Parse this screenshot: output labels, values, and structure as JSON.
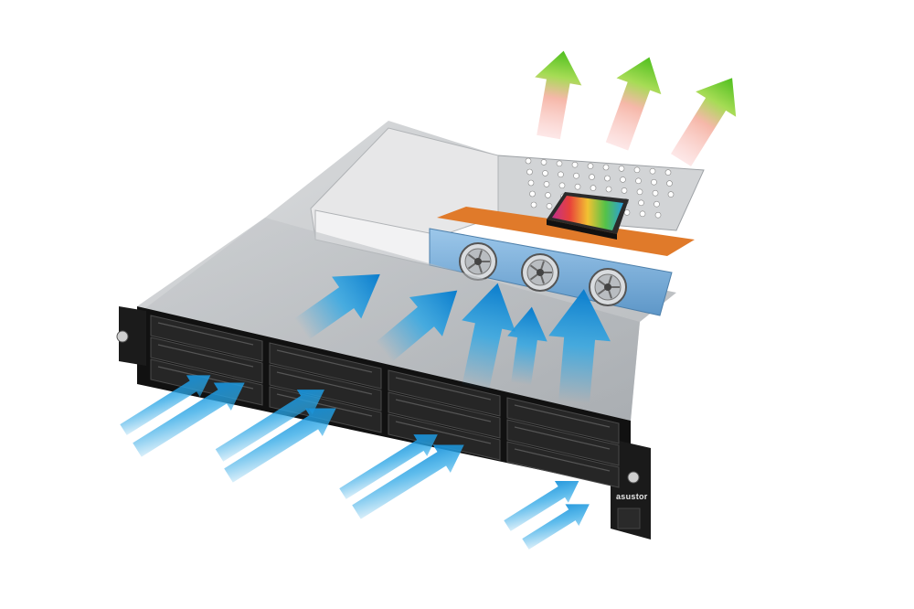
{
  "image": {
    "brand_label": "asustor",
    "colors": {
      "background": "#ffffff",
      "chassis_dark": "#1a1a1a",
      "panel_gray": "#b4b8bc",
      "intake_arrow": "#1e9fe0",
      "exhaust_arrow_top": "#6fd23a",
      "exhaust_arrow_base": "#f7b7b7",
      "heat_bar": "#e07a2a",
      "fan_bar": "#7fb4e0"
    },
    "icons": [
      "intake-airflow-arrow",
      "exhaust-airflow-arrow",
      "cooling-fan",
      "cpu-heatsink",
      "drive-bay",
      "rack-screw"
    ],
    "drive_bay_count": 12,
    "fan_count": 3
  }
}
